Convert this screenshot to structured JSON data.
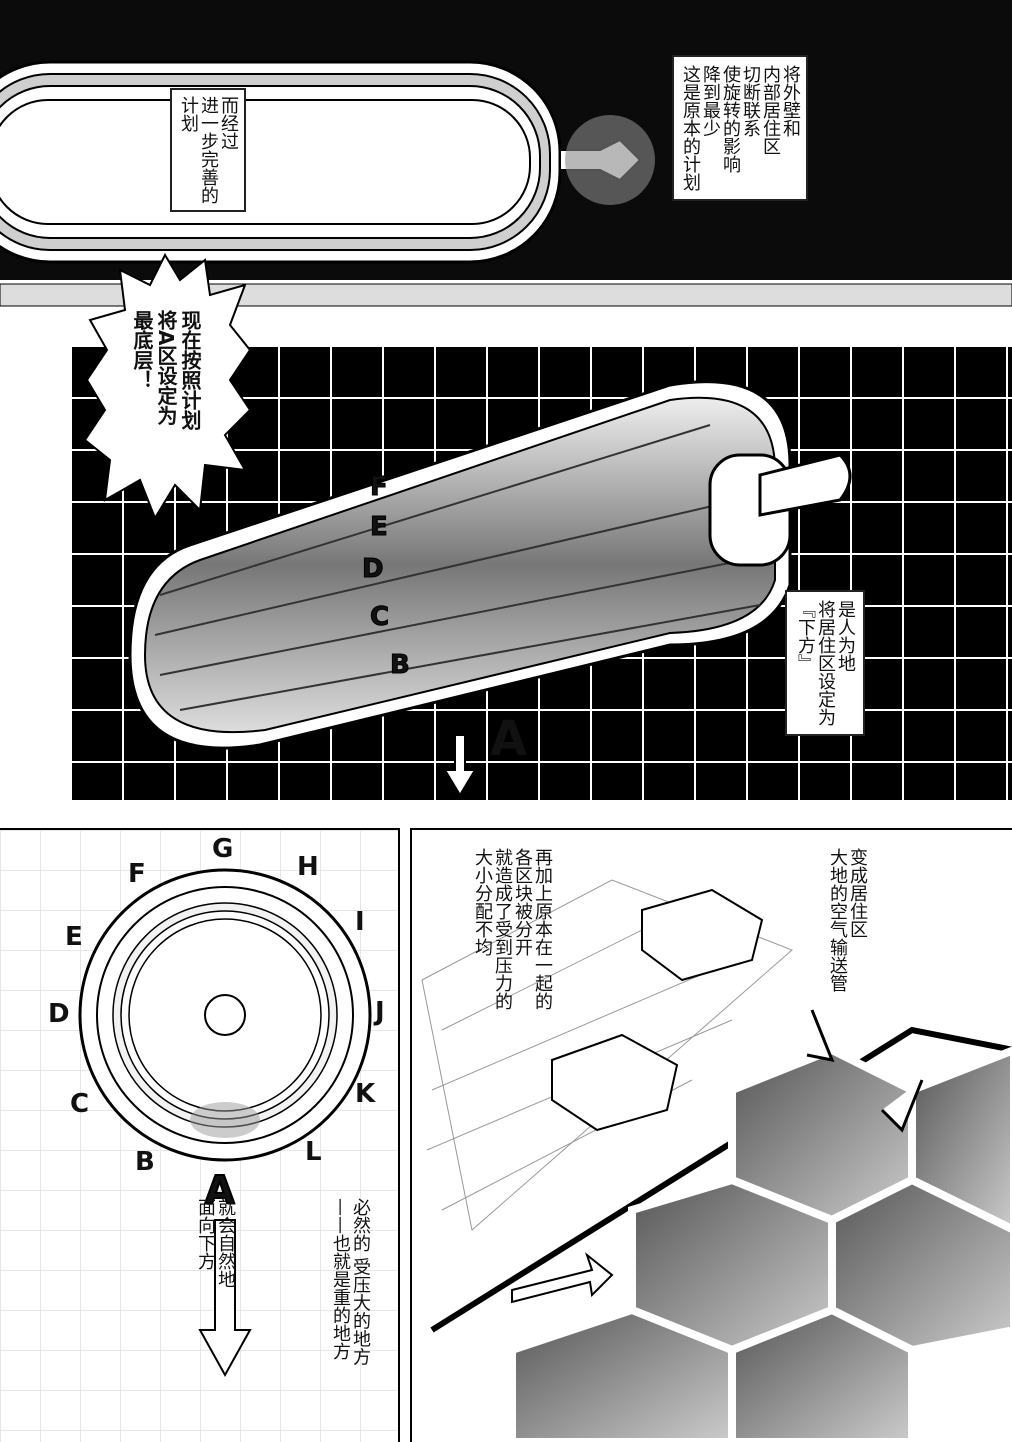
{
  "panel1": {
    "narration_right": [
      "将外壁和",
      "内部居住区",
      "切断联系",
      "使旋转的影响",
      "降到最少",
      "这是原本的计划"
    ],
    "narration_left": [
      "而经过",
      "进一步完善的",
      "计划"
    ],
    "shout": [
      "现在按照计划",
      "将A区设定为",
      "最底层！"
    ]
  },
  "panel2": {
    "cylinder_labels": [
      "F",
      "E",
      "D",
      "C",
      "B"
    ],
    "arrow_label": "A",
    "narration": [
      "是人为地",
      "将居住区设定为",
      "『下方』"
    ]
  },
  "panel3": {
    "ring_labels": [
      "G",
      "H",
      "I",
      "J",
      "K",
      "L",
      "A",
      "B",
      "C",
      "D",
      "E",
      "F"
    ],
    "narration_left": [
      "就会自然地",
      "面向下方"
    ],
    "narration_right": [
      "必然的 受压大的地方",
      "——也就是重的地方"
    ]
  },
  "panel4": {
    "narration_right": [
      "变成居住区",
      "大地的空气输送管"
    ],
    "narration_left": [
      "再加上原本在一起的",
      "各区块被分开",
      "就造成了受到压力的",
      "大小分配不均"
    ]
  }
}
